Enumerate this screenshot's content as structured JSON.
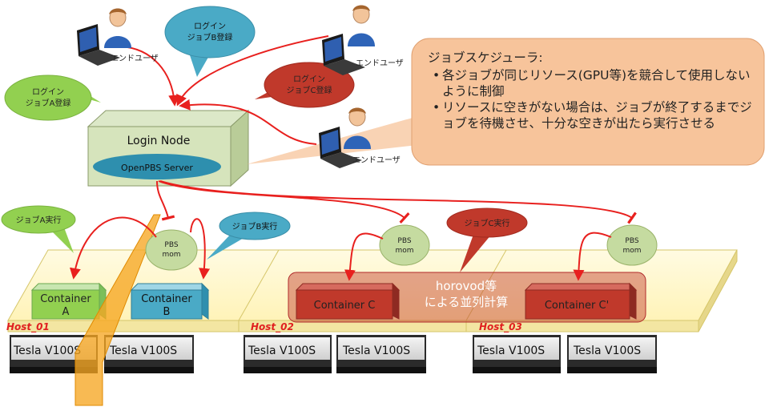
{
  "users": {
    "label": "エンドユーザ"
  },
  "bubbles": {
    "login_a": [
      "ログイン",
      "ジョブA登録"
    ],
    "login_b": [
      "ログイン",
      "ジョブB登録"
    ],
    "login_c": [
      "ログイン",
      "ジョブC登録"
    ],
    "run_a": "ジョブA実行",
    "run_b": "ジョブB実行",
    "run_c": "ジョブC実行"
  },
  "scheduler_note": {
    "heading": "ジョブスケジューラ:",
    "bullets": [
      "各ジョブが同じリソース(GPU等)を競合して使用しないように制御",
      "リソースに空きがない場合は、ジョブが終了するまでジョブを待機させ、十分な空きが出たら実行させる"
    ]
  },
  "login_node": {
    "title": "Login Node",
    "server": "OpenPBS Server"
  },
  "pbs_mom": [
    "PBS",
    "mom"
  ],
  "hosts": [
    {
      "name": "Host_01",
      "gpus": [
        "Tesla V100S",
        "Tesla V100S"
      ]
    },
    {
      "name": "Host_02",
      "gpus": [
        "Tesla V100S",
        "Tesla V100S"
      ]
    },
    {
      "name": "Host_03",
      "gpus": [
        "Tesla V100S",
        "Tesla V100S"
      ]
    }
  ],
  "containers": {
    "a": [
      "Container",
      "A"
    ],
    "b": [
      "Container",
      "B"
    ],
    "c": "Container  C",
    "c2": "Container  C'"
  },
  "horovod": [
    "horovod等",
    "による並列計算"
  ],
  "colors": {
    "arrow": "#e8201e",
    "green": "#a9d18e",
    "blue": "#4aaac6",
    "red": "#c0392b",
    "note": "#f7c49b",
    "host_top": "#fff8cc"
  }
}
